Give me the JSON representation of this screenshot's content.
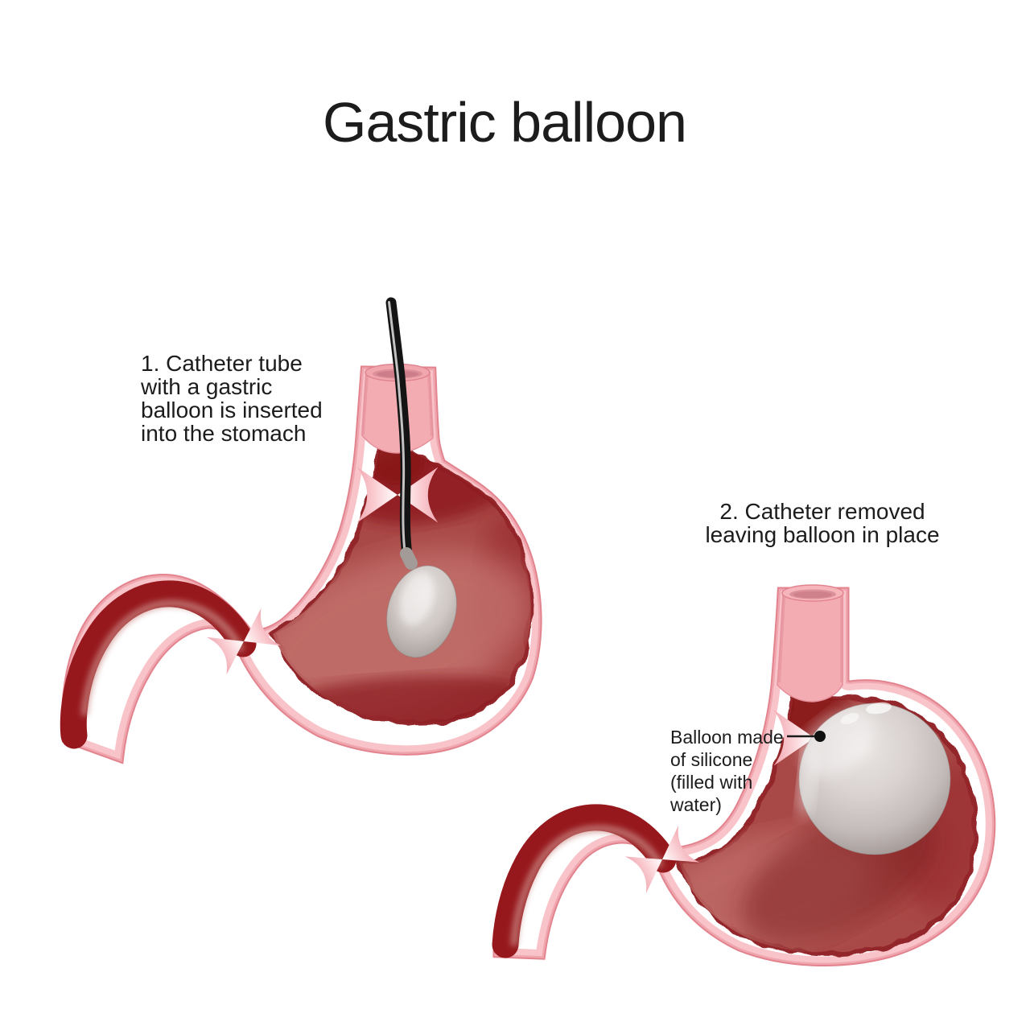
{
  "title": "Gastric balloon",
  "figure1": {
    "caption_lines": [
      "1. Catheter tube",
      "with a gastric",
      "balloon is inserted",
      "into the stomach"
    ]
  },
  "figure2": {
    "caption_lines": [
      "2. Catheter removed",
      "leaving balloon in place"
    ],
    "balloon_label_lines": [
      "Balloon made",
      "of silicone",
      "(filled with",
      "water)"
    ]
  },
  "colors": {
    "background": "#FFFFFF",
    "text": "#1C1C1C",
    "stomach_wall_pink": "#F0A6AE",
    "stomach_interior_red": "#A94A47",
    "deep_red": "#8F1D22",
    "balloon_grey": "#CCC5C2",
    "catheter_black": "#141414"
  }
}
